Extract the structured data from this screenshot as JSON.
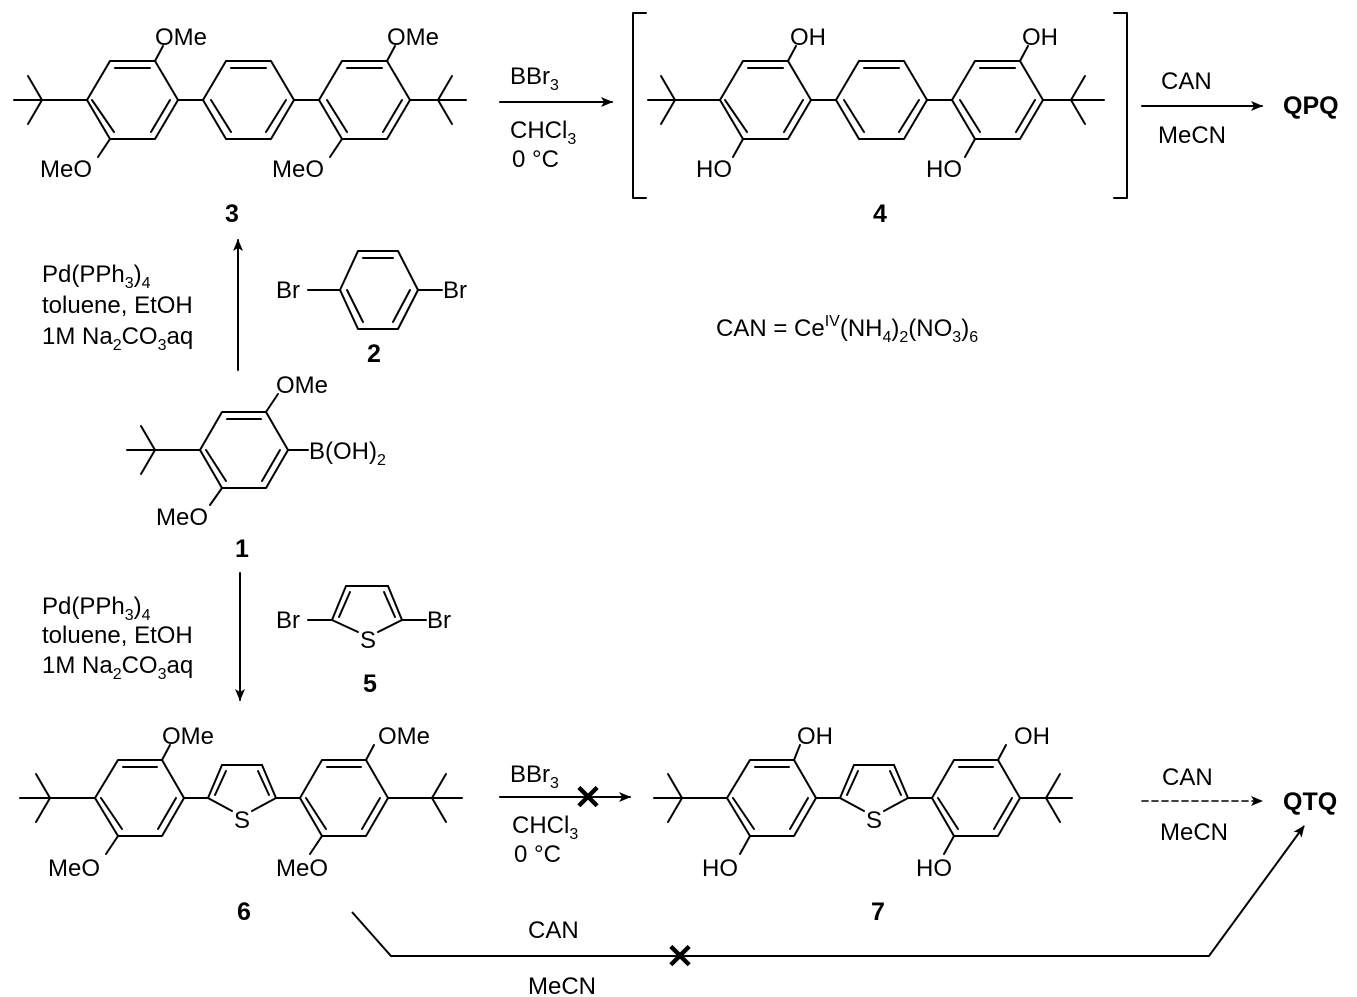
{
  "colors": {
    "ink": "#000000",
    "background": "#ffffff"
  },
  "compounds": {
    "c1": {
      "id": "1",
      "sub_ome_top": "OMe",
      "sub_ome_bottom": "MeO",
      "sub_boron": "B(OH)",
      "sub_boron_sub": "2"
    },
    "c2": {
      "id": "2",
      "sub_br": "Br"
    },
    "c3": {
      "id": "3",
      "sub_ome": "OMe",
      "sub_meo": "MeO"
    },
    "c4": {
      "id": "4",
      "sub_oh": "OH",
      "sub_ho": "HO"
    },
    "c5": {
      "id": "5",
      "sub_br": "Br",
      "sub_s": "S"
    },
    "c6": {
      "id": "6",
      "sub_ome": "OMe",
      "sub_meo": "MeO",
      "sub_s": "S"
    },
    "c7": {
      "id": "7",
      "sub_oh": "OH",
      "sub_ho": "HO",
      "sub_s": "S"
    }
  },
  "products": {
    "qpq": "QPQ",
    "qtq": "QTQ"
  },
  "conditions": {
    "suzuki": {
      "catalyst": "Pd(PPh",
      "catalyst_sub": "3",
      "catalyst_tail": ")",
      "catalyst_sub2": "4",
      "solvent": "toluene, EtOH",
      "base_pre": "1M Na",
      "base_sub1": "2",
      "base_mid": "CO",
      "base_sub2": "3",
      "base_post": "aq"
    },
    "demethylation": {
      "reagent": "BBr",
      "reagent_sub": "3",
      "solvent": "CHCl",
      "solvent_sub": "3",
      "temp": "0 °C"
    },
    "oxidation": {
      "reagent": "CAN",
      "solvent": "MeCN"
    }
  },
  "definition": {
    "lhs": "CAN = Ce",
    "sup": "IV",
    "p1": "(NH",
    "s1": "4",
    "p2": ")",
    "s2": "2",
    "p3": "(NO",
    "s3": "3",
    "p4": ")",
    "s4": "6"
  },
  "failure_mark": "✕"
}
